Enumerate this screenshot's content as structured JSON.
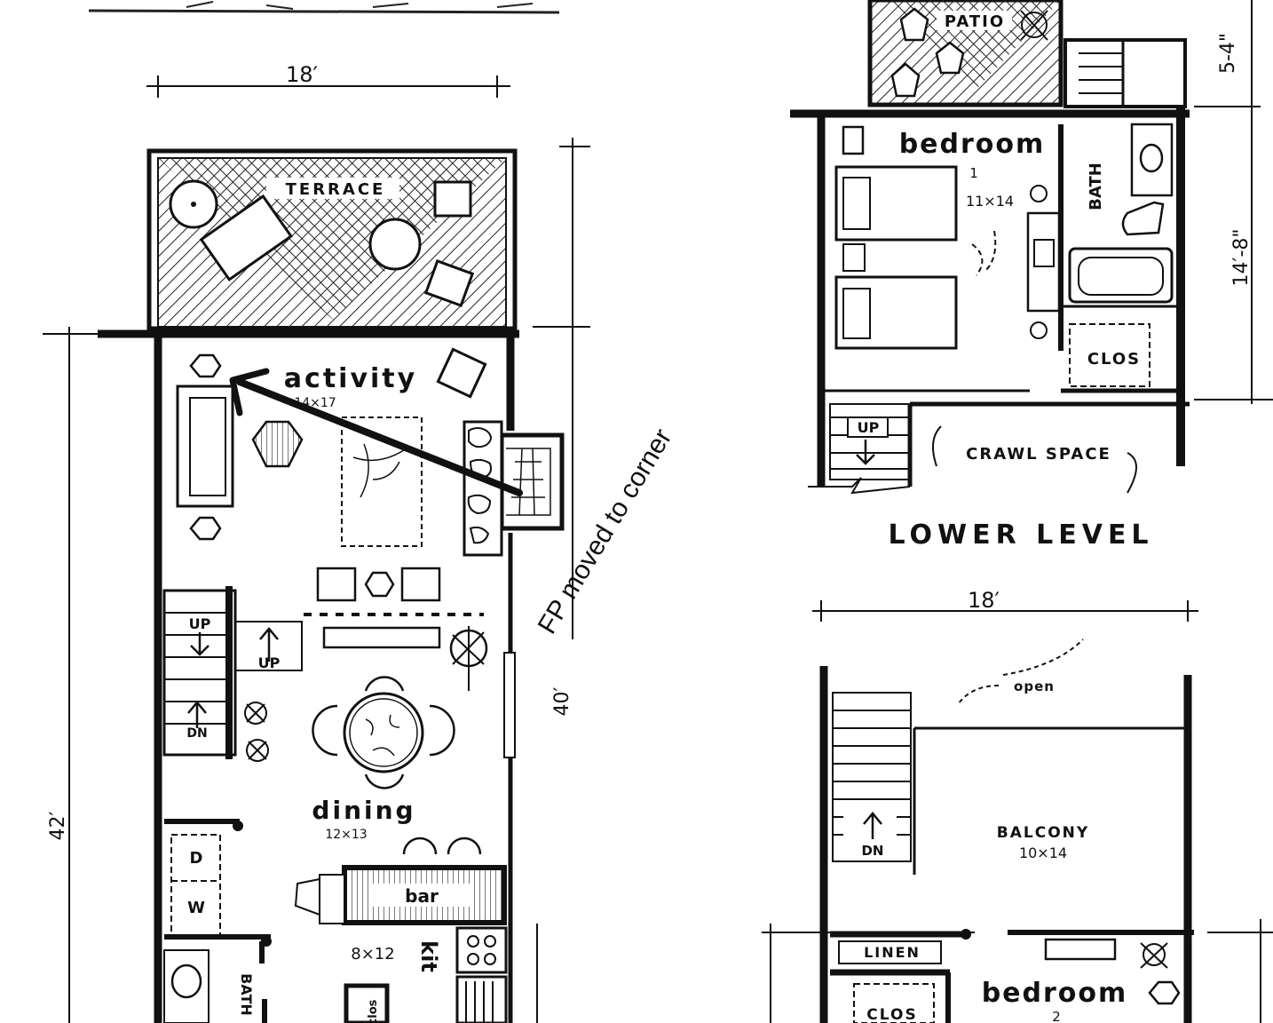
{
  "main_level": {
    "width_dim": "18′",
    "depth_outer_dim": "42′",
    "depth_inner_dim": "40′",
    "terrace": "TERRACE",
    "activity": {
      "name": "activity",
      "size": "14×17"
    },
    "stairs_up_left": "UP",
    "stairs_up_right": "UP",
    "stairs_dn": "DN",
    "dining": {
      "name": "dining",
      "size": "12×13"
    },
    "washer_dryer": [
      "W",
      "D"
    ],
    "bar": "bar",
    "kitchen": {
      "size": "8×12",
      "letters": "kit"
    },
    "bath": "BATH",
    "closet": "clos"
  },
  "annotation": "FP moved to corner",
  "lower_level": {
    "patio": "PATIO",
    "height_top_dim": "5-4\"",
    "height_dim": "14′-8\"",
    "bedroom": {
      "name": "bedroom",
      "number": "1",
      "size": "11×14"
    },
    "bath": "BATH",
    "closet": "CLOS",
    "stairs_up": "UP",
    "crawl_space": "CRAWL SPACE",
    "title": "LOWER LEVEL"
  },
  "upper_level": {
    "width_dim": "18′",
    "open": "open",
    "stairs_dn": "DN",
    "balcony": {
      "name": "BALCONY",
      "size": "10×14"
    },
    "linen": "LINEN",
    "closet": "CLOS",
    "bedroom": {
      "name": "bedroom",
      "number": "2"
    }
  }
}
